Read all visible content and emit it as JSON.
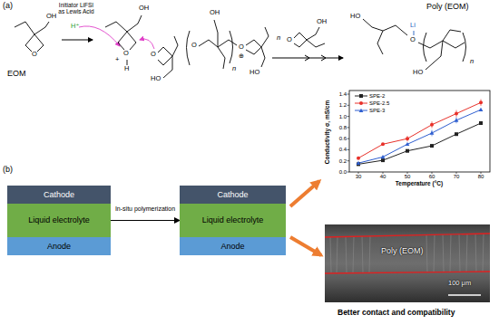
{
  "diagram": {
    "nodes": [
      {
        "text": [
          "Cathode"
        ]
      },
      {
        "text": [
          "Liquid electrolyte"
        ]
      },
      {
        "text": [
          "Anode"
        ]
      },
      {
        "text": [
          "Cathode"
        ]
      },
      {
        "text": [
          "Liquid electrolyte"
        ]
      },
      {
        "text": [
          "Anode"
        ]
      }
    ],
    "edges": [
      {
        "from": 1,
        "to": 4,
        "arrow": "to",
        "label": "In-situ polymerization"
      }
    ],
    "labels": [
      "(a)",
      "OH",
      "O",
      "EOM",
      "Initiator LiFSI as Lewis Acid",
      "H⁺",
      "OH",
      "O",
      "+",
      "H",
      "O",
      "HO",
      "OH",
      "O",
      "O",
      "⊕",
      "HO",
      "n",
      "n",
      "O",
      "OH",
      "HO",
      "Li",
      "O",
      "HO",
      "n",
      "Poly (EOM)",
      "(b)",
      "Conductivity σ, mS/cm",
      "0.0",
      "0.2",
      "0.4",
      "0.6",
      "0.8",
      "1.0",
      "1.2",
      "1.4",
      "30",
      "40",
      "50",
      "60",
      "70",
      "80",
      "Temperature (°C)",
      "Poly (EOM)",
      "100 μm",
      "Better contact and compatibility"
    ],
    "legend": [
      {
        "text": "SPE-2"
      },
      {
        "text": "SPE-2.5"
      },
      {
        "text": "SPE-3"
      }
    ]
  }
}
